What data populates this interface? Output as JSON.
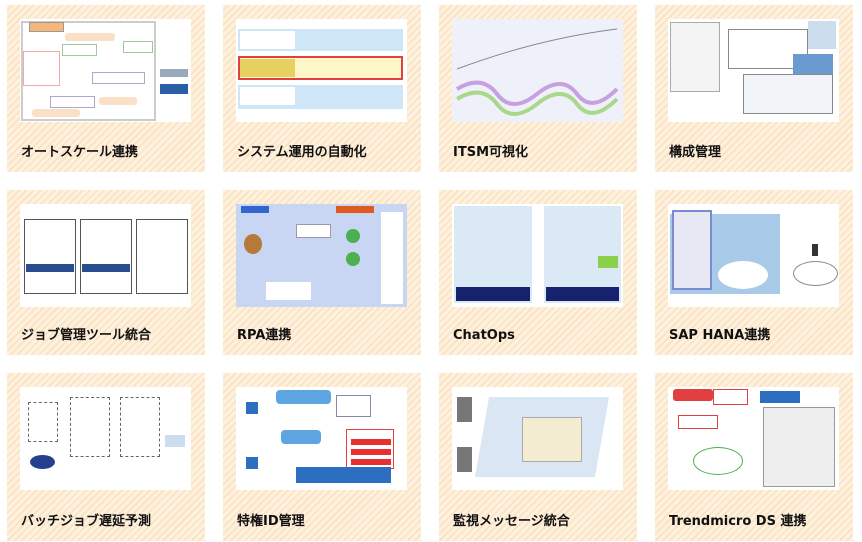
{
  "cards": [
    {
      "label": "オートスケール連携"
    },
    {
      "label": "システム運用の自動化"
    },
    {
      "label": "ITSM可視化"
    },
    {
      "label": "構成管理"
    },
    {
      "label": "ジョブ管理ツール統合"
    },
    {
      "label": "RPA連携"
    },
    {
      "label": "ChatOps"
    },
    {
      "label": "SAP HANA連携"
    },
    {
      "label": "バッチジョブ遅延予測"
    },
    {
      "label": "特権ID管理"
    },
    {
      "label": "監視メッセージ統合"
    },
    {
      "label": "Trendmicro DS 連携"
    }
  ]
}
